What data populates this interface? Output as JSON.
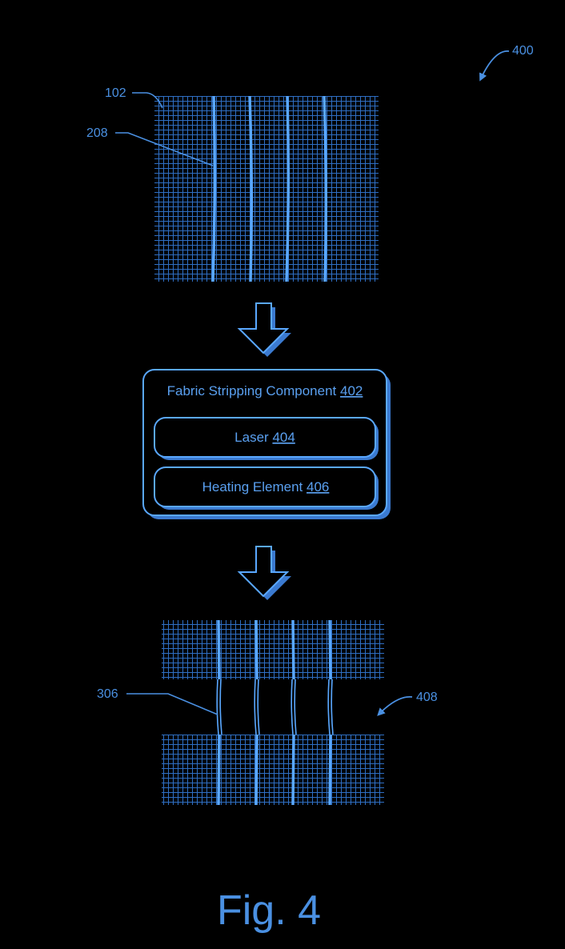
{
  "colors": {
    "background": "#000000",
    "line": "#3d7fd6",
    "accent": "#5aa8ff",
    "text": "#4a90e2"
  },
  "refs": {
    "figure": "400",
    "fabric": "102",
    "conductor": "208",
    "exposed_conductor": "306",
    "result": "408"
  },
  "component": {
    "title": "Fabric Stripping Component",
    "title_ref": "402",
    "laser_label": "Laser",
    "laser_ref": "404",
    "heating_label": "Heating Element",
    "heating_ref": "406"
  },
  "figure_label": "Fig. 4"
}
